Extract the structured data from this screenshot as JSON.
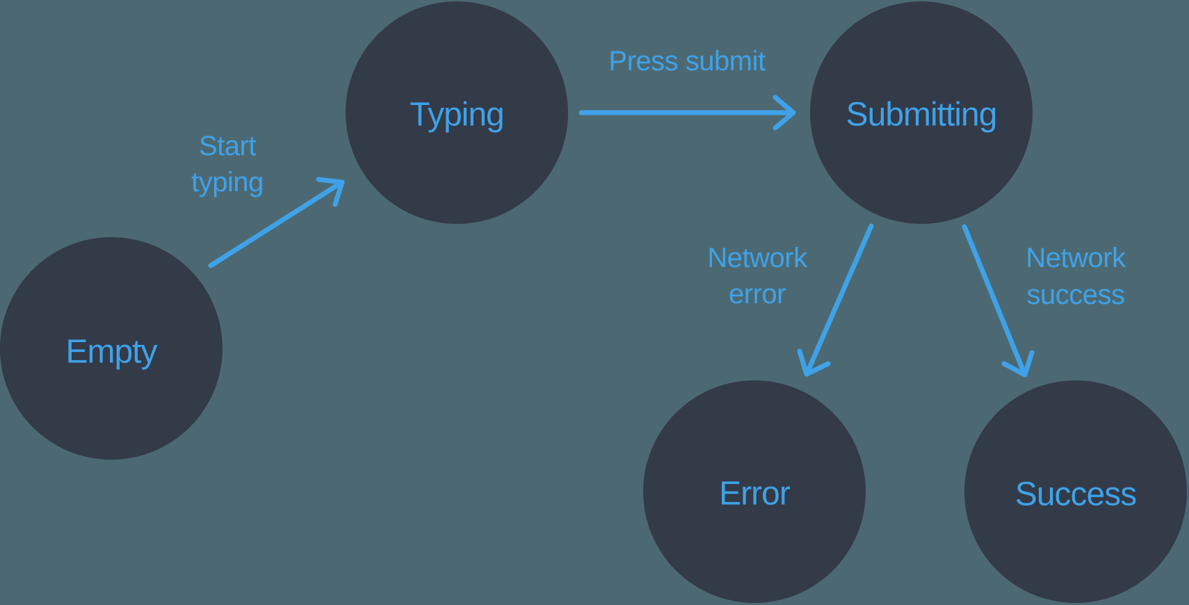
{
  "diagram": {
    "type": "state-machine",
    "background_color": "#4C6973",
    "node_color": "#333A48",
    "accent_color": "#3FA2E8",
    "nodes": [
      {
        "id": "empty",
        "label": "Empty"
      },
      {
        "id": "typing",
        "label": "Typing"
      },
      {
        "id": "submitting",
        "label": "Submitting"
      },
      {
        "id": "error",
        "label": "Error"
      },
      {
        "id": "success",
        "label": "Success"
      }
    ],
    "edges": [
      {
        "from": "Empty",
        "to": "Typing",
        "event": "Start typing",
        "lines": [
          "Start",
          "typing"
        ]
      },
      {
        "from": "Typing",
        "to": "Submitting",
        "event": "Press submit",
        "lines": [
          "Press submit"
        ]
      },
      {
        "from": "Submitting",
        "to": "Error",
        "event": "Network error",
        "lines": [
          "Network",
          "error"
        ]
      },
      {
        "from": "Submitting",
        "to": "Success",
        "event": "Network success",
        "lines": [
          "Network",
          "success"
        ]
      }
    ]
  }
}
